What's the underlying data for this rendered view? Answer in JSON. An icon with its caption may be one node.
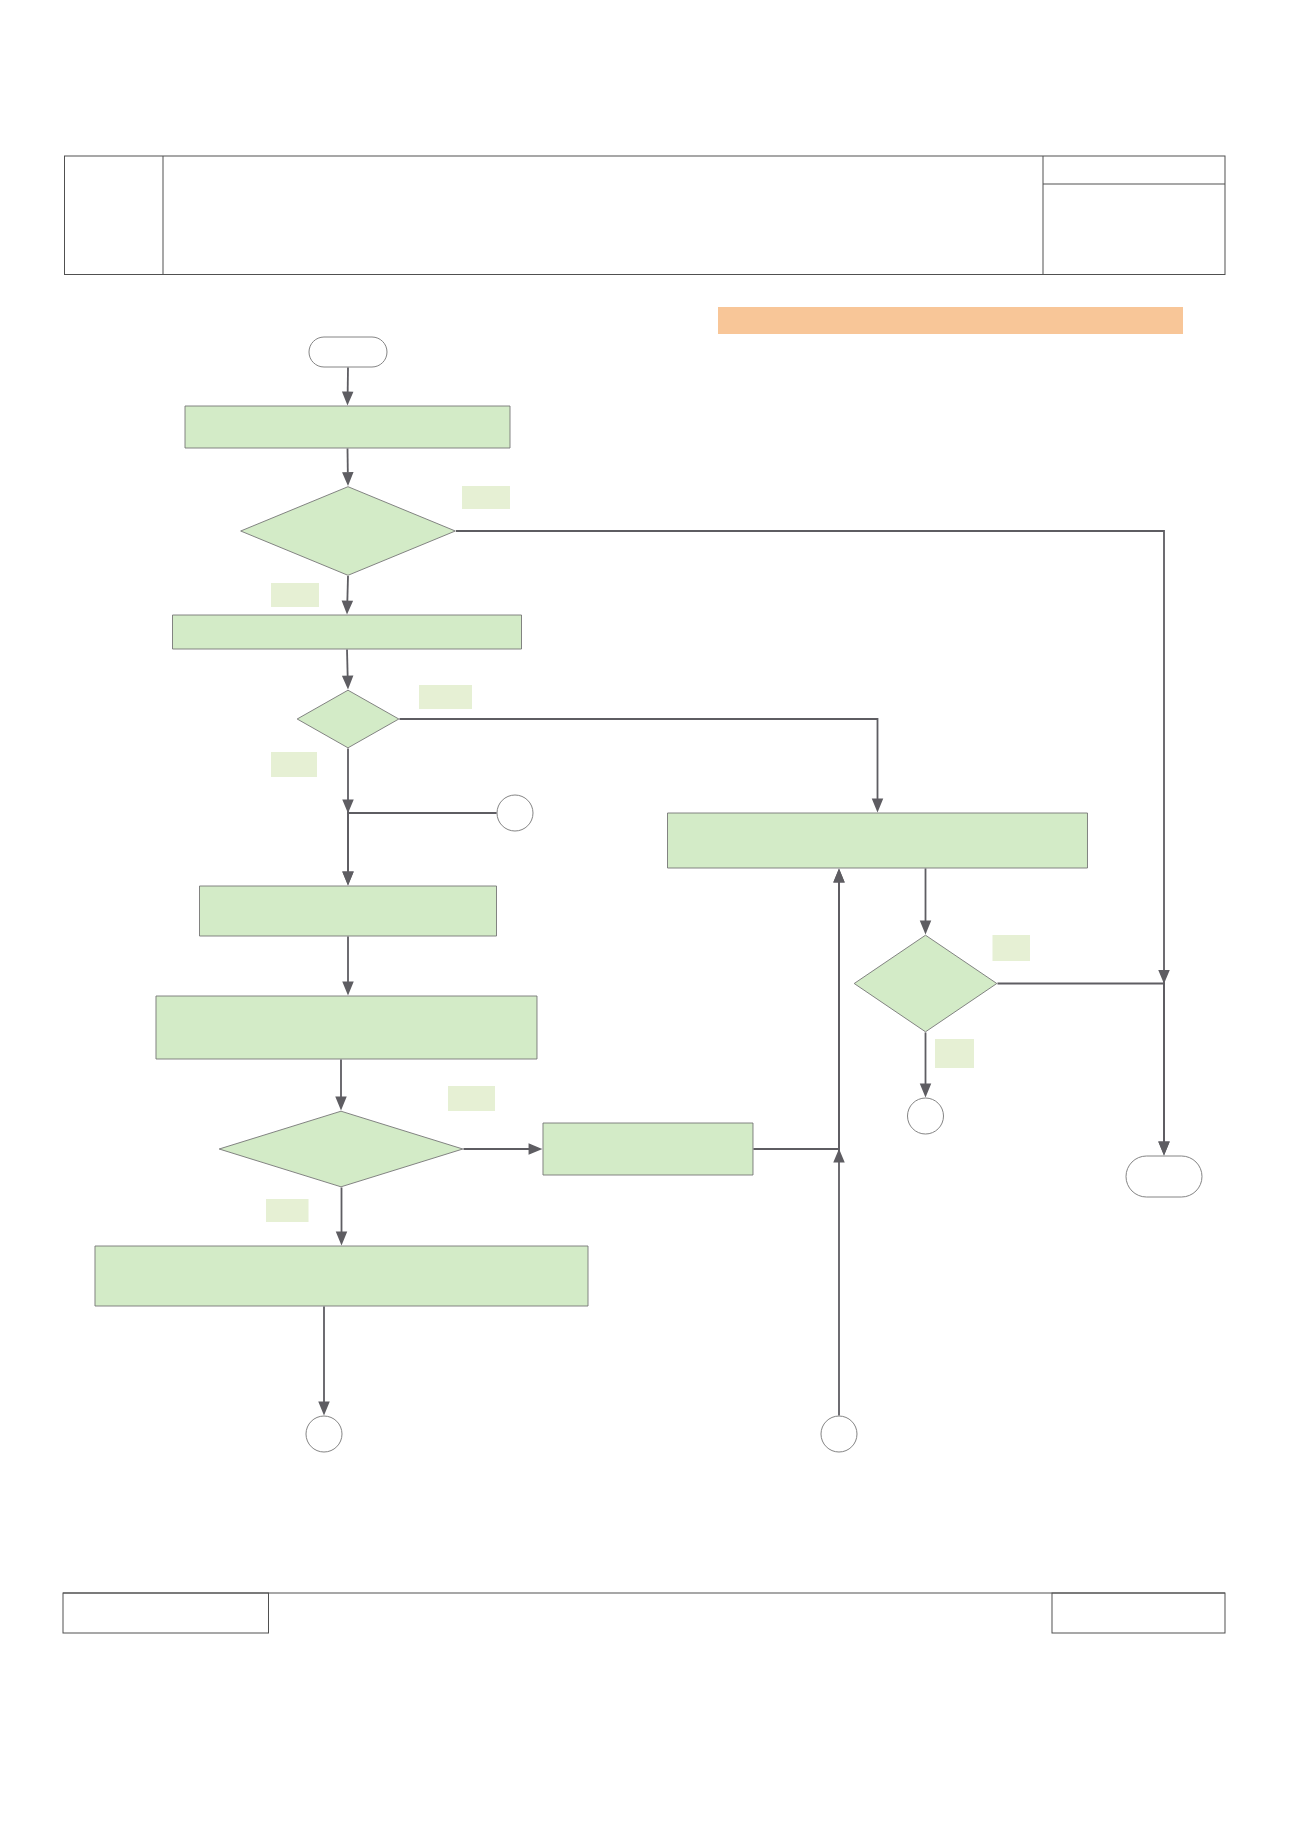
{
  "diagram": {
    "nodes": [
      {
        "text": [],
        "shape": "bar"
      },
      {
        "text": [],
        "shape": "pill"
      },
      {
        "text": [],
        "shape": "box"
      },
      {
        "text": [],
        "shape": "diamond"
      },
      {
        "text": [],
        "shape": "box"
      },
      {
        "text": [],
        "shape": "diamond"
      },
      {
        "text": [],
        "shape": "circle"
      },
      {
        "text": [],
        "shape": "box"
      },
      {
        "text": [],
        "shape": "box"
      },
      {
        "text": [],
        "shape": "diamond"
      },
      {
        "text": [],
        "shape": "box"
      },
      {
        "text": [],
        "shape": "circle"
      },
      {
        "text": [],
        "shape": "diamond"
      },
      {
        "text": [],
        "shape": "box"
      },
      {
        "text": [],
        "shape": "pill"
      },
      {
        "text": [],
        "shape": "box"
      },
      {
        "text": [],
        "shape": "circle"
      },
      {
        "text": [],
        "shape": "circle"
      }
    ],
    "edges": [
      {
        "from": 1,
        "to": 2,
        "arrow": "to"
      },
      {
        "from": 2,
        "to": 3,
        "arrow": "to"
      },
      {
        "from": 3,
        "to": 4,
        "arrow": "to"
      },
      {
        "from": 3,
        "to": 14,
        "arrow": "to"
      },
      {
        "from": 4,
        "to": 5,
        "arrow": "to"
      },
      {
        "from": 5,
        "to": 7,
        "arrow": "to"
      },
      {
        "from": 5,
        "to": 8,
        "arrow": "to"
      },
      {
        "from": 6,
        "to": 8,
        "arrow": "to"
      },
      {
        "from": 7,
        "to": 9,
        "arrow": "to"
      },
      {
        "from": 9,
        "to": 14,
        "arrow": "to"
      },
      {
        "from": 9,
        "to": 11,
        "arrow": "to"
      },
      {
        "from": 8,
        "to": 10,
        "arrow": "to"
      },
      {
        "from": 10,
        "to": 12,
        "arrow": "to"
      },
      {
        "from": 12,
        "to": 13,
        "arrow": "to"
      },
      {
        "from": 12,
        "to": 15,
        "arrow": "to"
      },
      {
        "from": 13,
        "to": 7,
        "arrow": "to"
      },
      {
        "from": 17,
        "to": 7,
        "arrow": "to"
      },
      {
        "from": 15,
        "to": 16,
        "arrow": "to"
      }
    ]
  }
}
